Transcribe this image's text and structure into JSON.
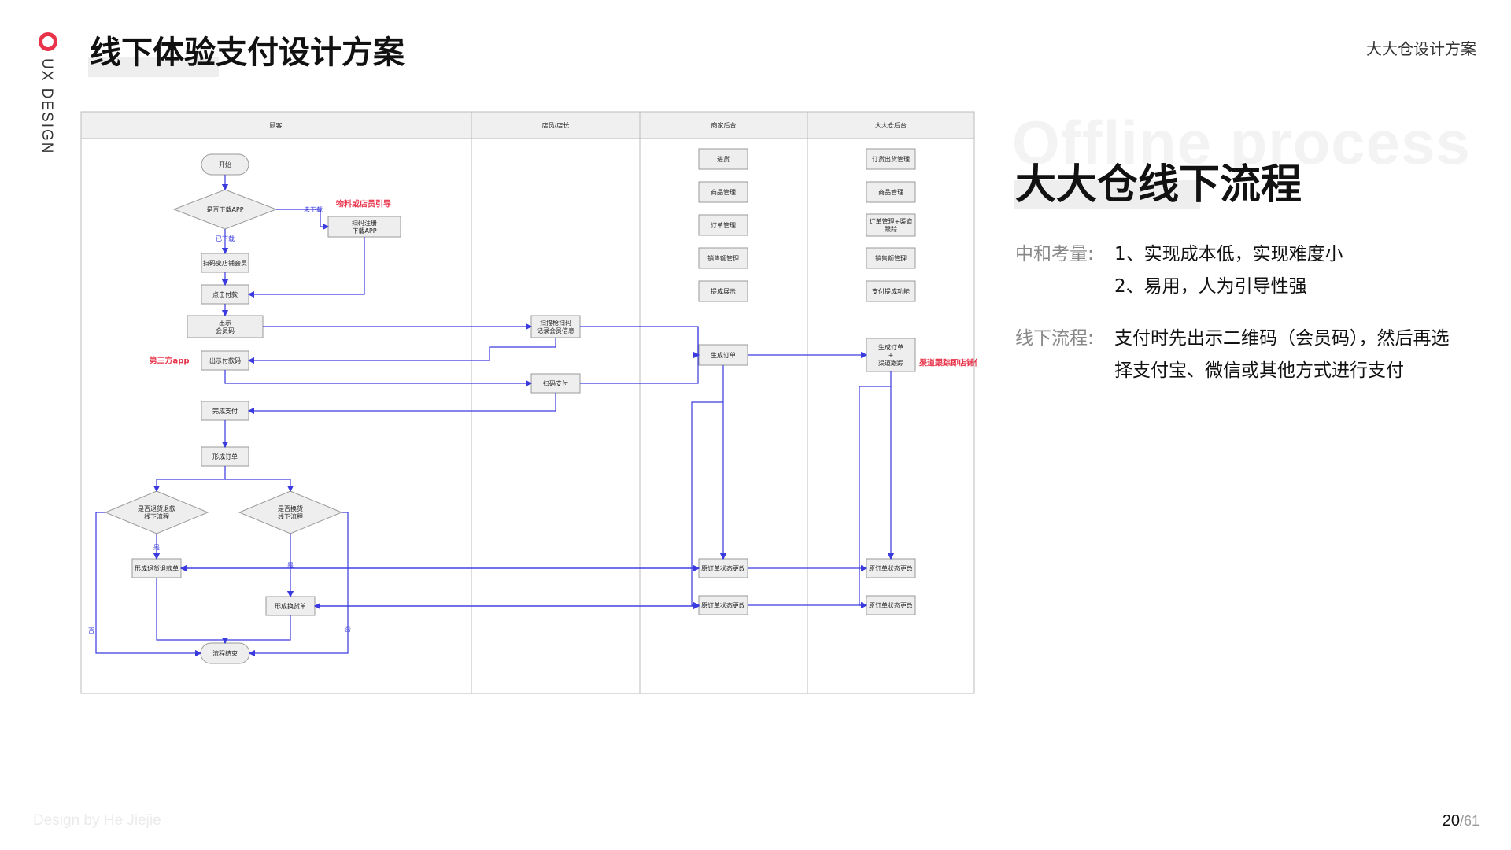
{
  "header": {
    "vertical_label": "UX DESIGN",
    "page_title": "线下体验支付设计方案",
    "right_label": "大大仓设计方案"
  },
  "side": {
    "ghost_text": "Offline process",
    "section_title": "大大仓线下流程",
    "items": [
      {
        "label": "中和考量:",
        "lines": [
          "1、实现成本低，实现难度小",
          "2、易用，人为引导性强"
        ]
      },
      {
        "label": "线下流程:",
        "lines": [
          "支付时先出示二维码（会员码），然后再选",
          "择支付宝、微信或其他方式进行支付"
        ]
      }
    ]
  },
  "footer": {
    "designer": "Design by  He Jiejie",
    "page_current": "20",
    "page_total": "/61"
  },
  "diagram": {
    "lanes": [
      "顾客",
      "店员/店长",
      "商家后台",
      "大大仓后台"
    ],
    "nodes": {
      "start": "开始",
      "q_download": "是否下载APP",
      "scan_register": [
        "扫码注册",
        "下载APP"
      ],
      "scan_member": "扫码变店铺会员",
      "click_pay": "点击付款",
      "show_member_code": [
        "出示",
        "会员码"
      ],
      "show_pay_code": "出示付款码",
      "finish_pay": "完成支付",
      "form_order": "形成订单",
      "q_refund": [
        "是否退货退款",
        "线下流程"
      ],
      "q_exchange": [
        "是否换货",
        "线下流程"
      ],
      "refund_doc": "形成退货退款单",
      "exchange_doc": "形成换货单",
      "end": "流程结束",
      "staff_scan_member": [
        "扫描枪扫码",
        "记录会员信息"
      ],
      "staff_scan_pay": "扫码支付",
      "merchant_stock": "进货",
      "merchant_goods": "商品管理",
      "merchant_orders": "订单管理",
      "merchant_sales": "销售额管理",
      "merchant_withdraw": "提成展示",
      "merchant_gen_order": "生成订单",
      "merchant_status_1": "原订单状态更改",
      "merchant_status_2": "原订单状态更改",
      "platform_order_mgmt": "订货出货管理",
      "platform_goods": "商品管理",
      "platform_order_channel": [
        "订单管理+渠道",
        "跟踪"
      ],
      "platform_sales": "销售额管理",
      "platform_withdraw": "支付提成功能",
      "platform_gen_order": [
        "生成订单",
        "+",
        "渠道跟踪"
      ],
      "platform_status_1": "原订单状态更改",
      "platform_status_2": "原订单状态更改"
    },
    "edge_labels": {
      "not_downloaded": "未下载",
      "downloaded": "已下载",
      "yes_1": "是",
      "yes_2": "是",
      "no_1": "否",
      "no_2": "否"
    },
    "annotations": {
      "material_guide": "物料或店员引导",
      "third_party_app": "第三方app",
      "channel_tracking": "渠道跟踪即店铺信息"
    },
    "colors": {
      "arrow": "#3a3adf",
      "annotation": "#e8334a",
      "box_fill": "#eeeeee",
      "box_stroke": "#999999",
      "lane_header": "#f0f0f0",
      "brand": "#e8334a"
    }
  }
}
